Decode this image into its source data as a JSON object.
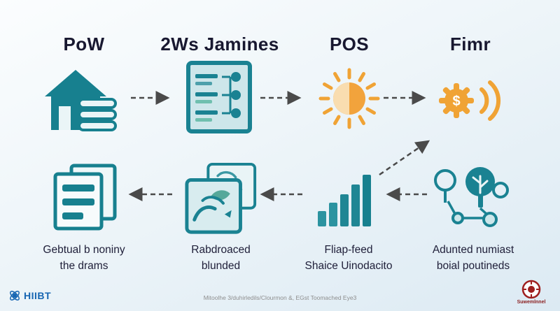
{
  "columns": [
    {
      "header": "PoW",
      "caption1": "Gebtual b noniny",
      "caption2": "the drams",
      "icon_top": "house-ledger-icon",
      "icon_bottom": "documents-list-icon"
    },
    {
      "header": "2Ws Jamines",
      "caption1": "Rabdroaced",
      "caption2": "blunded",
      "icon_top": "document-flowchart-icon",
      "icon_bottom": "hands-panel-icon"
    },
    {
      "header": "POS",
      "caption1": "Fliap-feed",
      "caption2": "Shaice Uinodacito",
      "icon_top": "sun-half-icon",
      "icon_bottom": "bar-chart-icon"
    },
    {
      "header": "Fimr",
      "caption1": "Adunted numiast",
      "caption2": "boial poutineds",
      "icon_top": "gear-dollar-waves-icon",
      "icon_bottom": "network-trees-icon"
    }
  ],
  "icons": {
    "gear_symbol": "$"
  },
  "footer": {
    "brand_left": "HIIBT",
    "center_text": "Mitoolhe 3/duhirledils/Clourmon &, EGst Toomached Eye3",
    "brand_right": "Suwemlnnel"
  },
  "colors": {
    "teal": "#17808f",
    "teal_light": "#cde6ea",
    "orange": "#f0a335",
    "arrow": "#4a4a4a",
    "brand_blue": "#1766b2",
    "brand_red": "#9e1f1f"
  }
}
